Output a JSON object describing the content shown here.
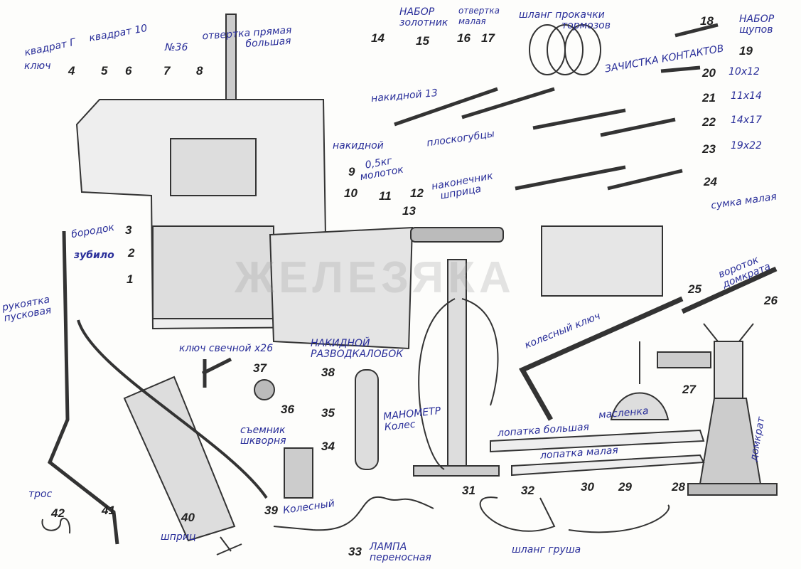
{
  "watermark": "ЖЕЛЕЗЯКА",
  "numbers": [
    "1",
    "2",
    "3",
    "4",
    "5",
    "6",
    "7",
    "8",
    "9",
    "10",
    "11",
    "12",
    "13",
    "14",
    "15",
    "16",
    "17",
    "18",
    "19",
    "20",
    "21",
    "22",
    "23",
    "24",
    "25",
    "26",
    "27",
    "28",
    "29",
    "30",
    "31",
    "32",
    "33",
    "34",
    "35",
    "36",
    "37",
    "38",
    "39",
    "40",
    "41",
    "42"
  ],
  "labels": {
    "kvadrat_g": "квадрат Г",
    "klyuch": "ключ",
    "kvadrat_10": "квадрат 10",
    "n36": "№36",
    "otvertka_bolshaya_1": "отвертка прямая",
    "otvertka_bolshaya_2": "большая",
    "nabor_zolotnik_1": "НАБОР",
    "nabor_zolotnik_2": "золотник",
    "otvertka_malaya_1": "отвертка",
    "otvertka_malaya_2": "малая",
    "shlang_prokachki_1": "шланг прокачки",
    "shlang_prokachki_2": "тормозов",
    "nabor_shchupov_1": "НАБОР",
    "nabor_shchupov_2": "щупов",
    "zachistka": "ЗАЧИСТКА КОНТАКТОВ",
    "k10x12": "10x12",
    "k11x14": "11x14",
    "k14x17": "14x17",
    "k19x22": "19x22",
    "nakidnoy_13": "накидной 13",
    "ploskogubtsy": "плоскогубцы",
    "nakidnoy": "накидной",
    "molotok_1": "0,5кг",
    "molotok_2": "молоток",
    "nakonechnik_1": "наконечник",
    "nakonechnik_2": "шприца",
    "sumka": "сумка малая",
    "borodok": "бородок",
    "zubilo": "зубило",
    "rukoyatka_1": "рукоятка",
    "rukoyatka_2": "пусковая",
    "klyuch_svechnoy": "ключ свечной x26",
    "nakidnoy_razv_1": "НАКИДНОЙ",
    "nakidnoy_razv_2": "РАЗВОДКАЛОБОК",
    "semnik_1": "съемник",
    "semnik_2": "шкворня",
    "manometr_1": "МАНОМЕТР",
    "manometr_2": "Колес",
    "kolesny": "Колесный",
    "shprits": "шприц",
    "tros": "трос",
    "lampa_1": "ЛАМПА",
    "lampa_2": "переносная",
    "shlang_grusha": "шланг груша",
    "maslenka": "масленка",
    "lopatka_bolshaya": "лопатка большая",
    "lopatka_malaya": "лопатка малая",
    "domkrat": "домкрат",
    "kolesny_klyuch": "колесный ключ",
    "vorotok_1": "вороток",
    "vorotok_2": "домкрата"
  }
}
